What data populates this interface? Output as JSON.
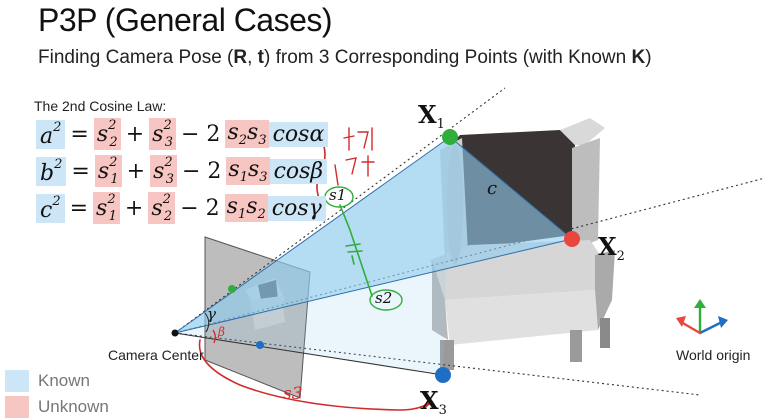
{
  "title": "P3P (General Cases)",
  "subtitle": {
    "prefix": "Finding Camera Pose (",
    "R": "R",
    "sep": ", ",
    "t": "t",
    "middle": ") from 3 Corresponding Points (with Known ",
    "K": "K",
    "suffix": ")"
  },
  "cosine_law": {
    "heading": "The 2nd Cosine Law:",
    "rows": [
      {
        "lhs": "a",
        "s_first": "s",
        "i_first": "2",
        "s_second": "s",
        "i_second": "3",
        "angle": "α"
      },
      {
        "lhs": "b",
        "s_first": "s",
        "i_first": "1",
        "s_second": "s",
        "i_second": "3",
        "angle": "β"
      },
      {
        "lhs": "c",
        "s_first": "s",
        "i_first": "1",
        "s_second": "s",
        "i_second": "2",
        "angle": "γ"
      }
    ],
    "sq": "2",
    "eq": "=",
    "plus": "+",
    "minus": "− 2",
    "cos": "cos"
  },
  "points": {
    "X1": {
      "base": "X",
      "sub": "1"
    },
    "X2": {
      "base": "X",
      "sub": "2"
    },
    "X3": {
      "base": "X",
      "sub": "3"
    }
  },
  "scene_labels": {
    "edge_c": "c",
    "s1": "s1",
    "s2": "s2",
    "s3": "s3",
    "gamma": "γ",
    "beta": "β",
    "camera_center": "Camera Center",
    "world_origin": "World origin"
  },
  "legend": [
    {
      "label": "Known",
      "color": "#cce6f7"
    },
    {
      "label": "Unknown",
      "color": "#f7c6c2"
    }
  ],
  "colors": {
    "known": "#cce6f7",
    "unknown": "#f7c6c2",
    "ray_fill": "#8fcbef",
    "annotation": "#d22b2b",
    "annotation_green": "#2fae3a",
    "point_X1": "#2fae3a",
    "point_X2": "#e8463e",
    "point_X3": "#1e6fc4"
  }
}
